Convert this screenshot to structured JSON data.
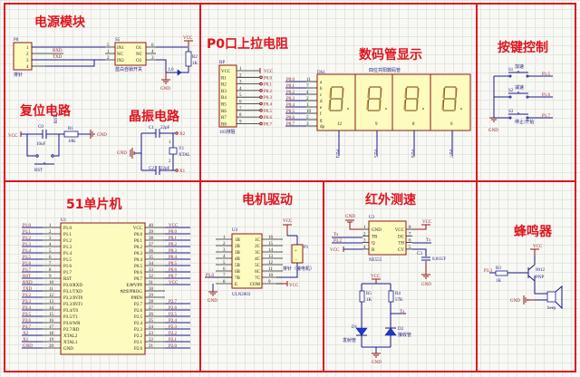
{
  "sections": {
    "power": {
      "title": "电源模块"
    },
    "reset": {
      "title": "复位电路"
    },
    "crystal": {
      "title": "晶振电路"
    },
    "pullup": {
      "title": "P0口上拉电阻"
    },
    "display": {
      "title": "数码管显示"
    },
    "keys": {
      "title": "按键控制"
    },
    "mcu": {
      "title": "51单片机"
    },
    "motor": {
      "title": "电机驱动"
    },
    "ir": {
      "title": "红外测速"
    },
    "buzzer": {
      "title": "蜂鸣器"
    }
  },
  "power": {
    "connector": {
      "ref": "P0",
      "name": "排针",
      "pins": [
        "1",
        "2",
        "3",
        "4"
      ],
      "nets": [
        "RXD",
        "TXD"
      ]
    },
    "switch": {
      "ref": "S5",
      "name": "蓝白自锁开关",
      "left_pins": [
        "5",
        "1",
        "2"
      ],
      "left_labels": [
        "IN1",
        "NC",
        "IN2"
      ],
      "right_labels": [
        "O1",
        "NC",
        "O2"
      ],
      "right_pins": [
        "6",
        "4",
        "3"
      ]
    },
    "resistor": {
      "ref": "R2",
      "value": "1K"
    },
    "led": {
      "ref": "L0"
    },
    "vcc": "VCC",
    "gnd": "GND"
  },
  "reset": {
    "vcc": "VCC",
    "cap": {
      "ref": "C0",
      "value": "10uF"
    },
    "rst_net": "RST",
    "resistor": {
      "ref": "R1",
      "value": "10K"
    },
    "gnd": "GND",
    "button": "RST"
  },
  "crystal": {
    "c1": {
      "ref": "C1",
      "value": "22pF"
    },
    "c2": {
      "ref": "C2",
      "value": "22pF"
    },
    "xtal": {
      "ref": "Y1",
      "value": "XTAL"
    },
    "gnd": "GND",
    "x2": "X2",
    "x1": "X1",
    "pin1": "1",
    "pin2": "2"
  },
  "pullup": {
    "ref": "RP",
    "name": "103排阻",
    "pins": [
      "VCC",
      "R1",
      "R2",
      "R3",
      "R4",
      "R5",
      "R6",
      "R7",
      "R8"
    ],
    "numbers": [
      "1",
      "2",
      "3",
      "4",
      "5",
      "6",
      "7",
      "8",
      "9"
    ],
    "nets": [
      "VCC",
      "P0.0",
      "P0.1",
      "P0.2",
      "P0.3",
      "P0.4",
      "P0.5",
      "P0.6",
      "P0.7"
    ]
  },
  "display": {
    "ref": "DS1",
    "name": "四位共阳数码管",
    "nets": [
      "P0.0",
      "P0.1",
      "P0.2",
      "P0.3",
      "P0.4",
      "P0.5",
      "P0.6",
      "P0.7"
    ],
    "pins": [
      "11",
      "7",
      "4",
      "2",
      "1",
      "10",
      "5",
      "3"
    ],
    "segs": [
      "a",
      "b",
      "c",
      "d",
      "e",
      "f",
      "g",
      "dp"
    ],
    "digit_pins": [
      "12",
      "9",
      "8",
      "6"
    ],
    "digit_nets": [
      "P2.4",
      "P2.5",
      "P2.6",
      "P2.7"
    ]
  },
  "keys": {
    "items": [
      {
        "ref": "S1",
        "label": "加速",
        "net": "P1.5"
      },
      {
        "ref": "S2",
        "label": "减速",
        "net": "P1.6"
      },
      {
        "ref": "S3",
        "label": "停止/开始",
        "net": "P1.7"
      }
    ],
    "gnd": "GND"
  },
  "mcu": {
    "ref": "U1",
    "left_nets": [
      "P1.0",
      "P1.1",
      "P1.2",
      "P1.3",
      "P1.4",
      "P1.5",
      "P1.6",
      "P1.7",
      "RST",
      "RXD",
      "TXD",
      "P3.2",
      "P3.3",
      "P3.4",
      "P3.5",
      "P3.6",
      "P3.7",
      "X2",
      "X1",
      "GND"
    ],
    "left_pins": [
      "1",
      "2",
      "3",
      "4",
      "5",
      "6",
      "7",
      "8",
      "9",
      "10",
      "11",
      "12",
      "13",
      "14",
      "15",
      "16",
      "17",
      "18",
      "19",
      "20"
    ],
    "left_labels": [
      "P1.0",
      "P1.1",
      "P1.2",
      "P1.3",
      "P1.4",
      "P1.5",
      "P1.6",
      "P1.7",
      "RST",
      "P3.0/RXD",
      "P3.1/TXD",
      "P3.2/INT0",
      "P3.3/INT1",
      "P3.4/T0",
      "P3.5/T1",
      "P3.6/WR",
      "P3.7/RD",
      "XTAL2",
      "XTAL1",
      "GND"
    ],
    "right_labels": [
      "VCC",
      "P0.0",
      "P0.1",
      "P0.2",
      "P0.3",
      "P0.4",
      "P0.5",
      "P0.6",
      "P0.7",
      "EA/VPP",
      "ALE/PROG",
      "PSEN",
      "P2.7",
      "P2.6",
      "P2.5",
      "P2.4",
      "P2.3",
      "P2.2",
      "P2.1",
      "P2.0"
    ],
    "right_pins": [
      "40",
      "39",
      "38",
      "37",
      "36",
      "35",
      "34",
      "33",
      "32",
      "31",
      "30",
      "29",
      "28",
      "27",
      "26",
      "25",
      "24",
      "23",
      "22",
      "21"
    ],
    "right_nets": [
      "VCC",
      "P0.0",
      "P0.1",
      "P0.2",
      "P0.3",
      "P0.4",
      "P0.5",
      "P0.6",
      "P0.7",
      "VCC",
      "",
      "",
      "P2.7",
      "P2.6",
      "P2.5",
      "P2.4",
      "P2.3",
      "P2.2",
      "P2.1",
      "P2.0"
    ]
  },
  "motor": {
    "ref": "U3",
    "name": "ULN2003",
    "left_pins": [
      "1",
      "2",
      "3",
      "4",
      "5",
      "6",
      "7",
      "8"
    ],
    "left_labels": [
      "1B",
      "2B",
      "3B",
      "4B",
      "5B",
      "6B",
      "7B",
      "E"
    ],
    "right_labels": [
      "1C",
      "2C",
      "3C",
      "4C",
      "5C",
      "6C",
      "7C",
      "COM"
    ],
    "right_pins": [
      "16",
      "15",
      "14",
      "13",
      "12",
      "11",
      "10",
      "9"
    ],
    "input_net": "P1.0",
    "gnd": "GND",
    "vcc": "VCC",
    "connector": {
      "ref": "P1",
      "name": "排针（接电机）",
      "plus": "+",
      "minus": "-"
    }
  },
  "ir": {
    "ic": {
      "ref": "U2",
      "name": "NE555",
      "left_pins": [
        "1",
        "2",
        "3",
        "4"
      ],
      "left_labels": [
        "GND",
        "TR",
        "Q",
        "R"
      ],
      "right_labels": [
        "VCC",
        "DC",
        "TH",
        "CV"
      ],
      "right_pins": [
        "8",
        "7",
        "6",
        "5"
      ]
    },
    "nets": {
      "tr": "Tx",
      "q": "P3.2",
      "th": "Tx",
      "r": "VCC"
    },
    "cap": {
      "ref": "C3",
      "value": "0.01UF"
    },
    "r5": {
      "ref": "R5",
      "value": "1K"
    },
    "r4": {
      "ref": "R4",
      "value": "57K"
    },
    "d1": {
      "ref": "D1",
      "name": "发射管"
    },
    "d2": {
      "ref": "D2",
      "name": "接收管"
    },
    "tx": "Tx",
    "vcc": "VCC",
    "gnd": "GND"
  },
  "buzzer": {
    "net": "P3.3",
    "resistor": {
      "ref": "R3",
      "value": "1K"
    },
    "transistor": {
      "ref": "9012",
      "type": "PNP"
    },
    "speaker": "beep",
    "vcc": "VCC",
    "gnd": "GND"
  }
}
